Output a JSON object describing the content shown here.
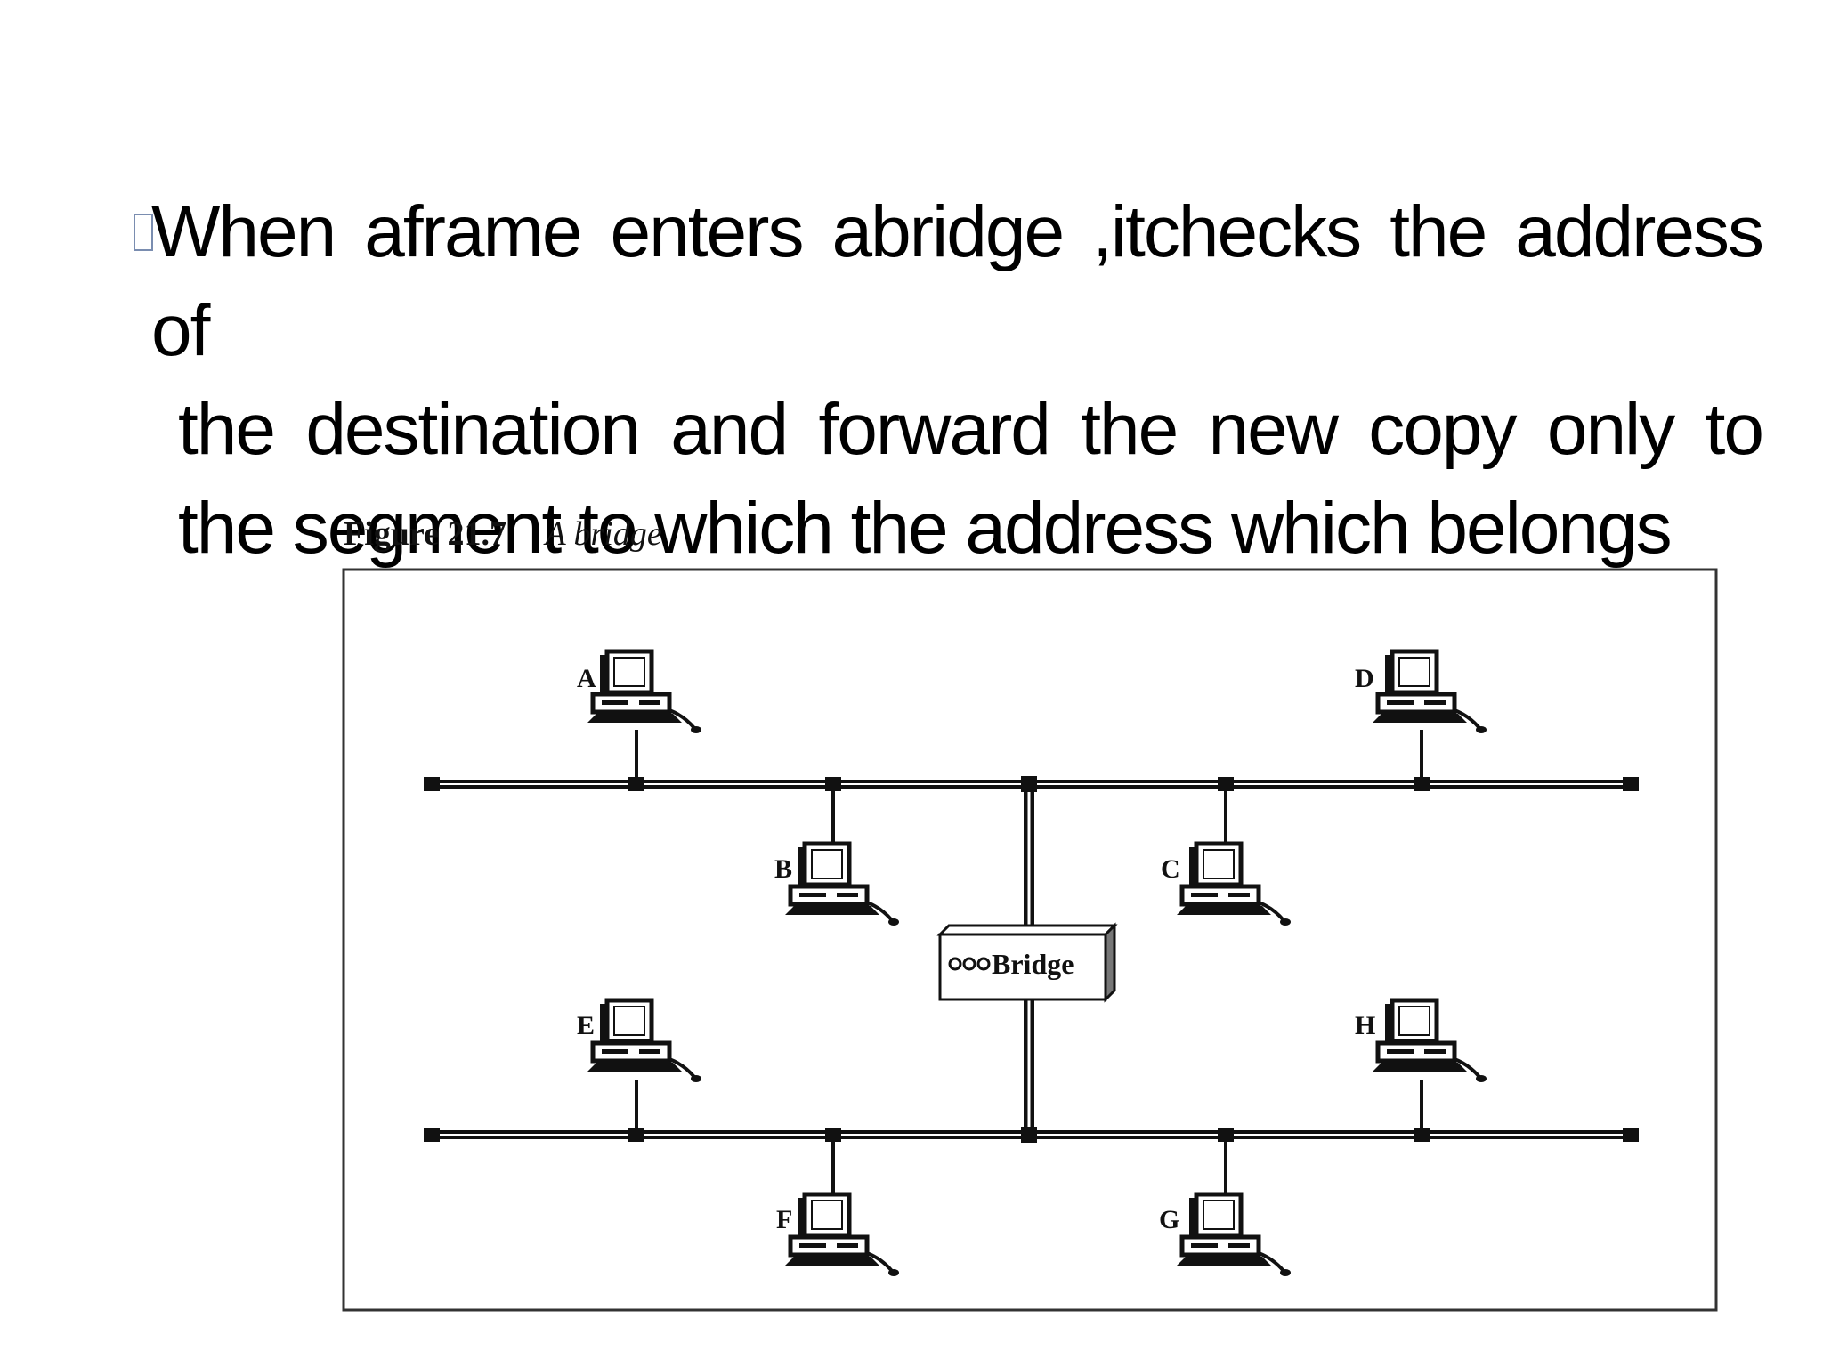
{
  "slide": {
    "bullet_lines": [
      "When aframe enters abridge ,itchecks the address of",
      "the destination and forward the new copy only to",
      "the segment to which the address which belongs"
    ]
  },
  "figure": {
    "number": "Figure 21.7",
    "title": "A bridge",
    "bridge_label": "Bridge",
    "stations": [
      "A",
      "B",
      "C",
      "D",
      "E",
      "F",
      "G",
      "H"
    ]
  },
  "colors": {
    "text": "#000000",
    "bullet_marker": "#7a8db0",
    "figure_ink": "#111111"
  },
  "icons": {
    "bullet": "square-bullet-icon",
    "station": "computer-icon",
    "bridge": "bridge-device-icon"
  }
}
